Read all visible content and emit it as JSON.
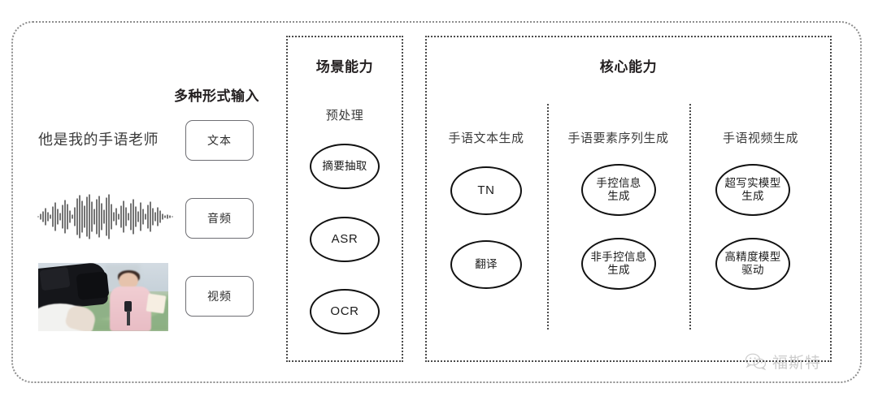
{
  "diagram": {
    "input": {
      "title": "多种形式输入",
      "sample_text": "他是我的手语老师",
      "modalities": [
        {
          "label": "文本",
          "icon": "text-icon"
        },
        {
          "label": "音频",
          "icon": "waveform-icon"
        },
        {
          "label": "视频",
          "icon": "video-thumbnail-icon"
        }
      ]
    },
    "scene": {
      "title": "场景能力",
      "subtitle": "预处理",
      "nodes": [
        "摘要抽取",
        "ASR",
        "OCR"
      ]
    },
    "core": {
      "title": "核心能力",
      "columns": [
        {
          "label": "手语文本生成",
          "nodes": [
            "TN",
            "翻译"
          ]
        },
        {
          "label": "手语要素序列生成",
          "nodes": [
            "手控信息\n生成",
            "非手控信息\n生成"
          ]
        },
        {
          "label": "手语视频生成",
          "nodes": [
            "超写实模型\n生成",
            "高精度模型\n驱动"
          ]
        }
      ]
    },
    "watermark": {
      "text": "福斯特",
      "icon": "wechat-icon"
    },
    "colors": {
      "background": "#ffffff",
      "text": "#231f20",
      "dotted_border": "#4a4a4a",
      "outer_border": "#8d8d8d",
      "ellipse_border": "#111111",
      "modal_box_border": "#6e6e73"
    }
  }
}
